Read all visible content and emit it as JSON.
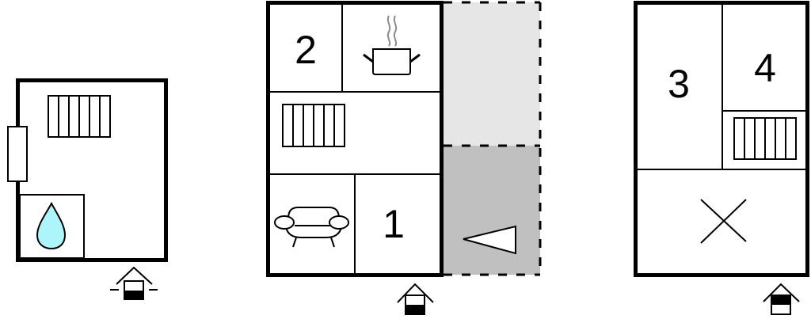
{
  "diagram": {
    "type": "floor-plan",
    "colors": {
      "wall": "#000000",
      "background": "#ffffff",
      "terrace_light": "#e6e6e6",
      "terrace_dark": "#c0c0c0",
      "water_drop": "#aef5fb",
      "steam": "#8c8c8c"
    },
    "buildings": [
      {
        "id": "annex",
        "icons": [
          "stairs-icon",
          "window-icon",
          "water-drop-icon"
        ],
        "entrance": "entrance-ground-level-icon"
      },
      {
        "id": "ground-floor",
        "rooms": [
          {
            "label": "2"
          },
          {
            "label": "1"
          }
        ],
        "icons": [
          "cooking-pot-icon",
          "stairs-icon",
          "sofa-icon",
          "terrace-triangle-icon"
        ],
        "entrance": "entrance-ground-floor-icon"
      },
      {
        "id": "upper-floor",
        "rooms": [
          {
            "label": "3"
          },
          {
            "label": "4"
          }
        ],
        "icons": [
          "stairs-icon",
          "void-cross-icon"
        ],
        "entrance": "entrance-upper-floor-icon"
      }
    ]
  }
}
